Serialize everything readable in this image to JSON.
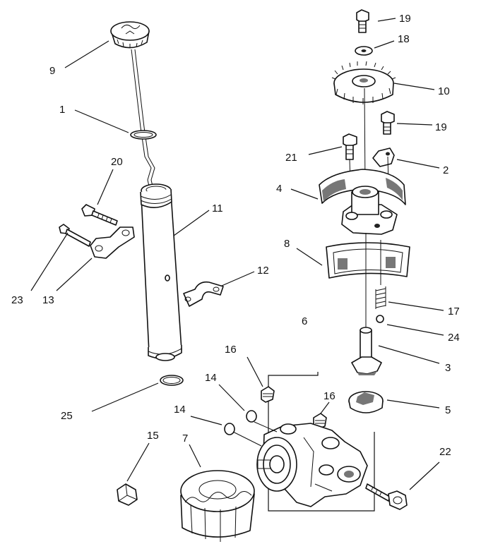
{
  "callouts": [
    {
      "id": "c9",
      "text": "9"
    },
    {
      "id": "c1",
      "text": "1"
    },
    {
      "id": "c20",
      "text": "20"
    },
    {
      "id": "c11",
      "text": "11"
    },
    {
      "id": "c23",
      "text": "23"
    },
    {
      "id": "c13",
      "text": "13"
    },
    {
      "id": "c12",
      "text": "12"
    },
    {
      "id": "c25",
      "text": "25"
    },
    {
      "id": "c15",
      "text": "15"
    },
    {
      "id": "c7",
      "text": "7"
    },
    {
      "id": "c14a",
      "text": "14"
    },
    {
      "id": "c14b",
      "text": "14"
    },
    {
      "id": "c16a",
      "text": "16"
    },
    {
      "id": "c16b",
      "text": "16"
    },
    {
      "id": "c6",
      "text": "6"
    },
    {
      "id": "c19a",
      "text": "19"
    },
    {
      "id": "c18",
      "text": "18"
    },
    {
      "id": "c10",
      "text": "10"
    },
    {
      "id": "c19b",
      "text": "19"
    },
    {
      "id": "c21",
      "text": "21"
    },
    {
      "id": "c2",
      "text": "2"
    },
    {
      "id": "c4",
      "text": "4"
    },
    {
      "id": "c8",
      "text": "8"
    },
    {
      "id": "c17",
      "text": "17"
    },
    {
      "id": "c24",
      "text": "24"
    },
    {
      "id": "c3",
      "text": "3"
    },
    {
      "id": "c5",
      "text": "5"
    },
    {
      "id": "c22",
      "text": "22"
    }
  ]
}
